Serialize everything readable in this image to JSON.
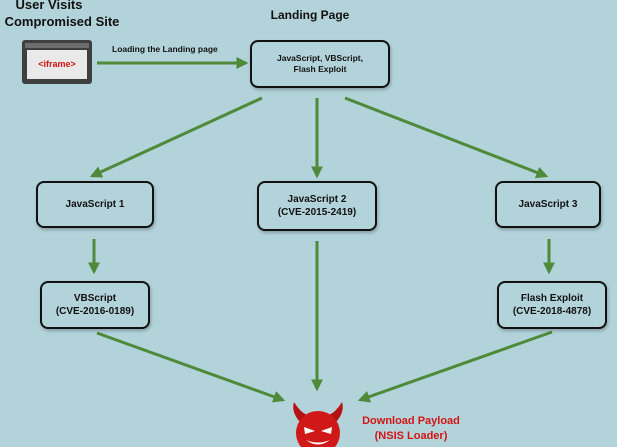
{
  "header": {
    "user_visits": "User Visits",
    "compromised_site": "Compromised Site",
    "landing_page_title": "Landing Page"
  },
  "browser": {
    "iframe_label": "<iframe>"
  },
  "edge_label": "Loading the Landing page",
  "nodes": {
    "landing": {
      "line1": "JavaScript, VBScript,",
      "line2": "Flash Exploit"
    },
    "js1": {
      "line1": "JavaScript 1"
    },
    "js2": {
      "line1": "JavaScript 2",
      "line2": "(CVE-2015-2419)"
    },
    "js3": {
      "line1": "JavaScript 3"
    },
    "vbs": {
      "line1": "VBScript",
      "line2": "(CVE-2016-0189)"
    },
    "flash": {
      "line1": "Flash Exploit",
      "line2": "(CVE-2018-4878)"
    }
  },
  "payload": {
    "line1": "Download Payload",
    "line2": "(NSIS Loader)"
  },
  "colors": {
    "arrow": "#4e8a3a",
    "accent_red": "#d21414",
    "background": "#b3d3da"
  },
  "icons": {
    "payload": "devil-icon",
    "browser": "browser-window-icon"
  }
}
